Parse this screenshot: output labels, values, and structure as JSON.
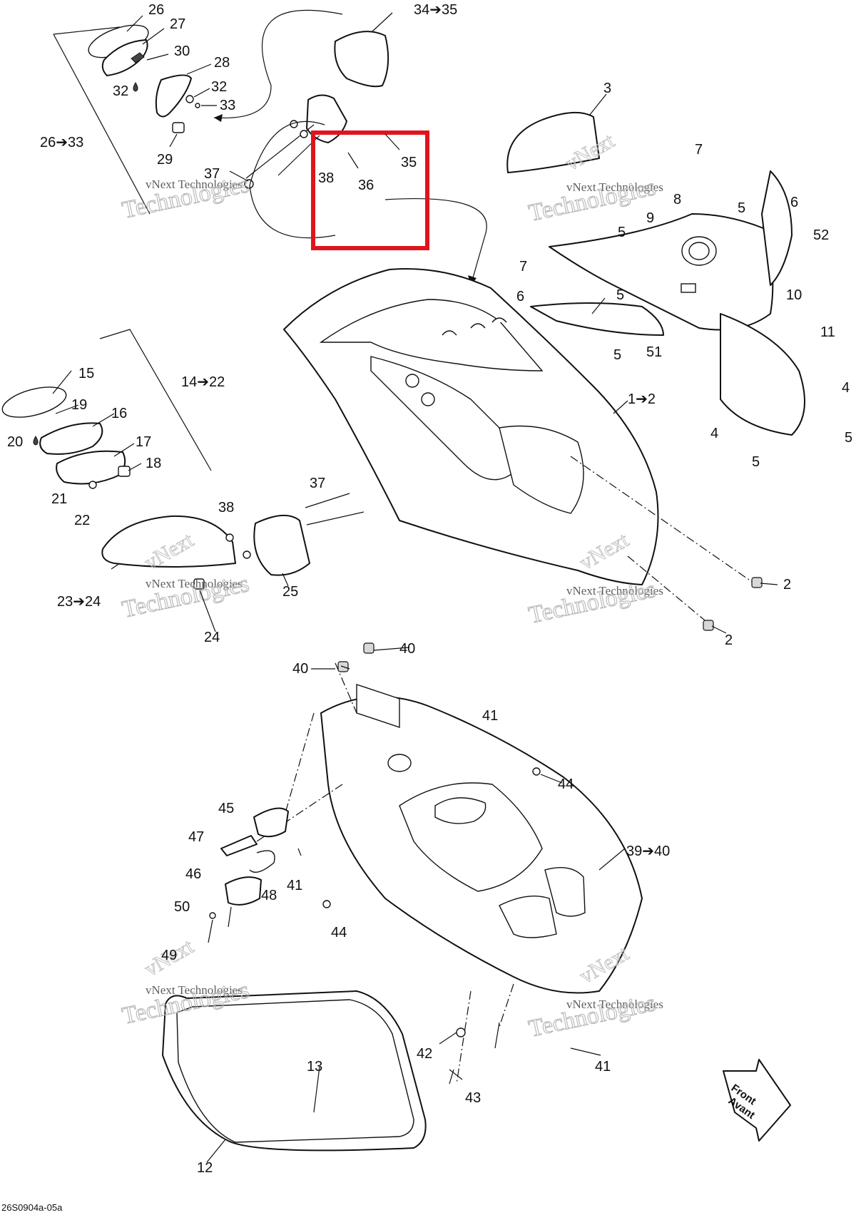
{
  "callouts": [
    {
      "id": "c26",
      "label": "26"
    },
    {
      "id": "c27",
      "label": "27"
    },
    {
      "id": "c30",
      "label": "30"
    },
    {
      "id": "c28",
      "label": "28"
    },
    {
      "id": "c32a",
      "label": "32"
    },
    {
      "id": "c32b",
      "label": "32"
    },
    {
      "id": "c33",
      "label": "33"
    },
    {
      "id": "c26_33",
      "label": "26➔33"
    },
    {
      "id": "c29",
      "label": "29"
    },
    {
      "id": "c37a",
      "label": "37"
    },
    {
      "id": "c38a",
      "label": "38"
    },
    {
      "id": "c36",
      "label": "36"
    },
    {
      "id": "c35",
      "label": "35"
    },
    {
      "id": "c34_35",
      "label": "34➔35"
    },
    {
      "id": "c3",
      "label": "3"
    },
    {
      "id": "c7a",
      "label": "7"
    },
    {
      "id": "c8",
      "label": "8"
    },
    {
      "id": "c5a",
      "label": "5"
    },
    {
      "id": "c6a",
      "label": "6"
    },
    {
      "id": "c9",
      "label": "9"
    },
    {
      "id": "c5b",
      "label": "5"
    },
    {
      "id": "c52",
      "label": "52"
    },
    {
      "id": "c7b",
      "label": "7"
    },
    {
      "id": "c6b",
      "label": "6"
    },
    {
      "id": "c5c",
      "label": "5"
    },
    {
      "id": "c10",
      "label": "10"
    },
    {
      "id": "c11",
      "label": "11"
    },
    {
      "id": "c5d",
      "label": "5"
    },
    {
      "id": "c51",
      "label": "51"
    },
    {
      "id": "c4a",
      "label": "4"
    },
    {
      "id": "c4b",
      "label": "4"
    },
    {
      "id": "c5e",
      "label": "5"
    },
    {
      "id": "c5f",
      "label": "5"
    },
    {
      "id": "c1_2",
      "label": "1➔2"
    },
    {
      "id": "c15",
      "label": "15"
    },
    {
      "id": "c14_22",
      "label": "14➔22"
    },
    {
      "id": "c19",
      "label": "19"
    },
    {
      "id": "c16",
      "label": "16"
    },
    {
      "id": "c20",
      "label": "20"
    },
    {
      "id": "c17",
      "label": "17"
    },
    {
      "id": "c18",
      "label": "18"
    },
    {
      "id": "c21",
      "label": "21"
    },
    {
      "id": "c22",
      "label": "22"
    },
    {
      "id": "c37b",
      "label": "37"
    },
    {
      "id": "c38b",
      "label": "38"
    },
    {
      "id": "c25",
      "label": "25"
    },
    {
      "id": "c23_24",
      "label": "23➔24"
    },
    {
      "id": "c24",
      "label": "24"
    },
    {
      "id": "c2a",
      "label": "2"
    },
    {
      "id": "c2b",
      "label": "2"
    },
    {
      "id": "c40a",
      "label": "40"
    },
    {
      "id": "c40b",
      "label": "40"
    },
    {
      "id": "c41a",
      "label": "41"
    },
    {
      "id": "c44a",
      "label": "44"
    },
    {
      "id": "c45",
      "label": "45"
    },
    {
      "id": "c47",
      "label": "47"
    },
    {
      "id": "c39_40",
      "label": "39➔40"
    },
    {
      "id": "c41b",
      "label": "41"
    },
    {
      "id": "c46",
      "label": "46"
    },
    {
      "id": "c48",
      "label": "48"
    },
    {
      "id": "c50",
      "label": "50"
    },
    {
      "id": "c44b",
      "label": "44"
    },
    {
      "id": "c49",
      "label": "49"
    },
    {
      "id": "c42",
      "label": "42"
    },
    {
      "id": "c41c",
      "label": "41"
    },
    {
      "id": "c13",
      "label": "13"
    },
    {
      "id": "c43",
      "label": "43"
    },
    {
      "id": "c12",
      "label": "12"
    }
  ],
  "watermark": {
    "line1": "vNext Technologies",
    "line2": "Technologies",
    "line3": "vNext"
  },
  "front_arrow": {
    "line1": "Front",
    "line2": "Avant"
  },
  "figure_code": "26S0904a-05a",
  "highlight_color": "#e0141e"
}
